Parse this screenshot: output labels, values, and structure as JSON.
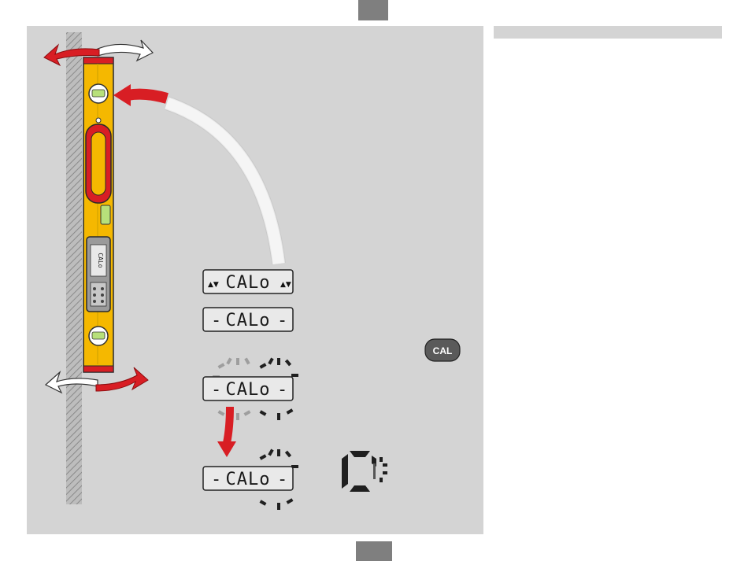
{
  "page": {
    "header_bar_text": "",
    "top_tab_label": "",
    "bottom_tab_label": ""
  },
  "illustration": {
    "display_1": {
      "left_arrows": "▲▼",
      "text": "CALo",
      "right_arrows": "▲▼"
    },
    "display_2": {
      "left_dash": "-",
      "text": "CALo",
      "right_dash": "-"
    },
    "display_3": {
      "left_dash": "-",
      "text": "CALo",
      "right_dash": "-"
    },
    "display_4": {
      "left_dash": "-",
      "text": "CALo",
      "right_dash": "-"
    },
    "cal_button": {
      "label": "CAL"
    },
    "level_screen": {
      "text": "CALo"
    },
    "colors": {
      "accent_red": "#d81e24",
      "level_yellow": "#f5b800",
      "panel_gray": "#d4d4d4"
    }
  }
}
